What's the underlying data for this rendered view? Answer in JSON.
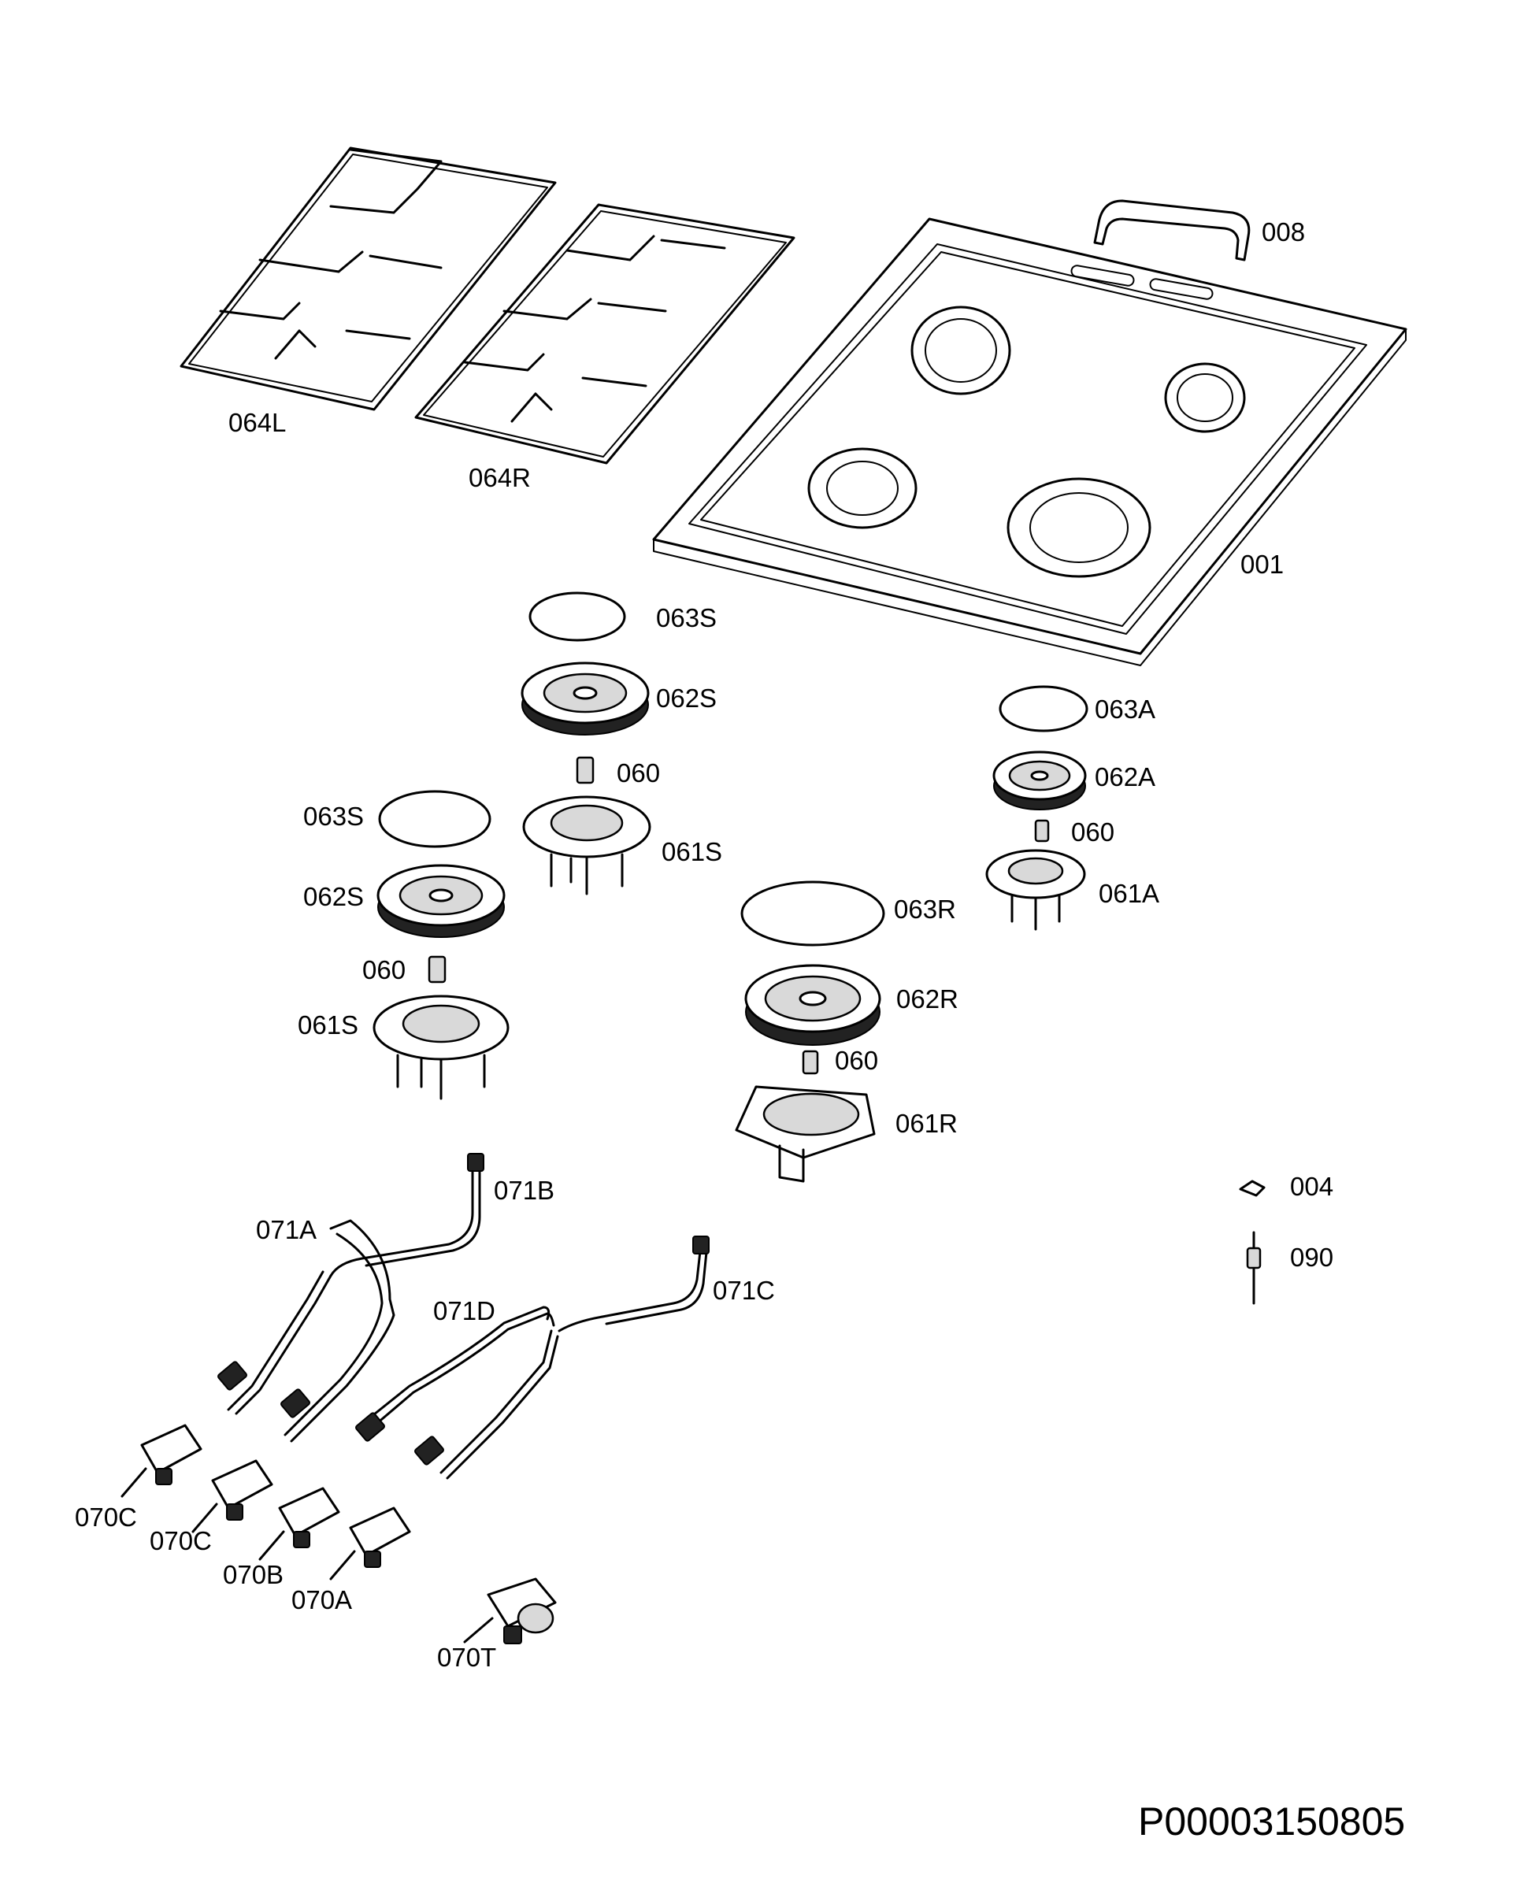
{
  "labels": {
    "l008": "008",
    "l064L": "064L",
    "l064R": "064R",
    "l001": "001",
    "l063S_a": "063S",
    "l062S_a": "062S",
    "l060_a": "060",
    "l061S_a": "061S",
    "l063S_b": "063S",
    "l062S_b": "062S",
    "l060_b": "060",
    "l061S_b": "061S",
    "l063A": "063A",
    "l062A": "062A",
    "l060_c": "060",
    "l061A": "061A",
    "l063R": "063R",
    "l062R": "062R",
    "l060_d": "060",
    "l061R": "061R",
    "l071B": "071B",
    "l071A": "071A",
    "l071D": "071D",
    "l071C": "071C",
    "l004": "004",
    "l090": "090",
    "l070C_a": "070C",
    "l070C_b": "070C",
    "l070B": "070B",
    "l070A": "070A",
    "l070T": "070T"
  },
  "document_id": "P00003150805"
}
